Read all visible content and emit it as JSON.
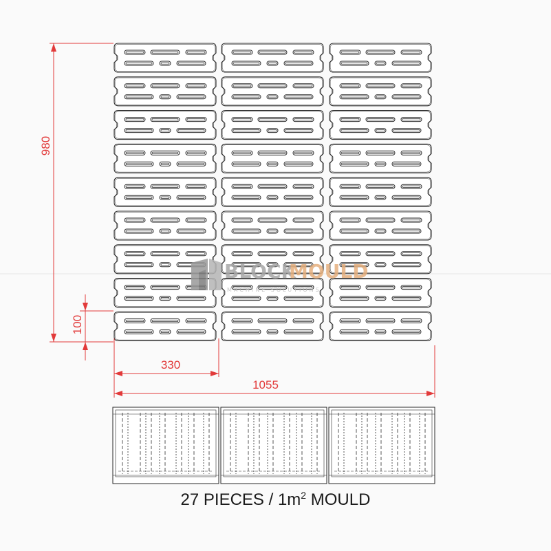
{
  "dimensions": {
    "height": "980",
    "row_height": "100",
    "piece_width": "330",
    "total_width": "1055"
  },
  "caption": {
    "main": "27 PIECES / 1m",
    "superscript": "2",
    "suffix": " MOULD"
  },
  "watermark": {
    "part1": "BLOCK",
    "part2": "MOULD",
    "subtitle": "MACHINE SOLUTIONS"
  },
  "layout_grid": {
    "rows": 9,
    "columns": 3
  },
  "colors": {
    "dimension": "#e23a3a",
    "outline": "#2a2a2a",
    "watermark_gray": "#a7a7a7",
    "watermark_orange": "#e6b07e"
  }
}
